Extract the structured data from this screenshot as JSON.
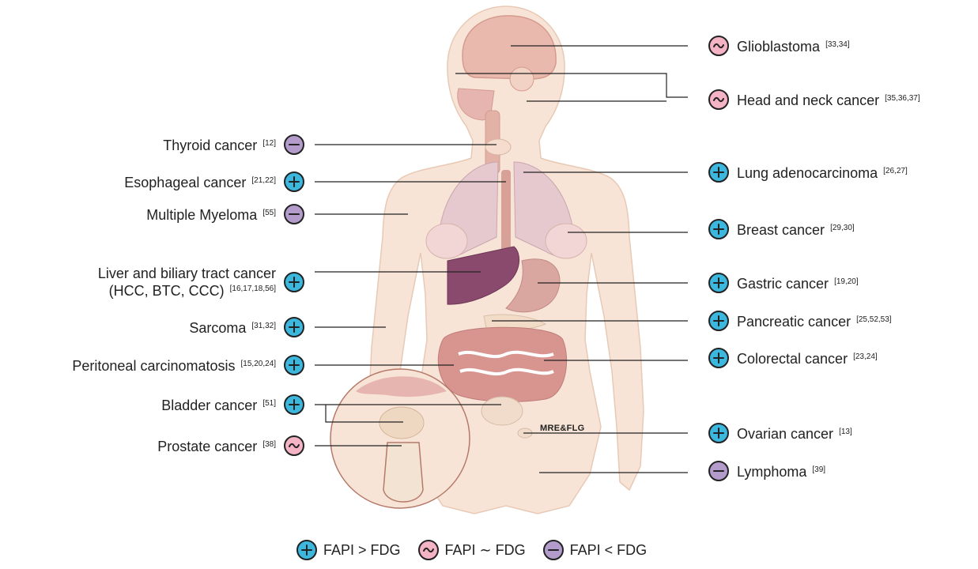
{
  "watermark": "MRE&FLG",
  "left_labels": [
    {
      "id": "thyroid",
      "name": "Thyroid cancer",
      "refs": "[12]",
      "marker": "minus"
    },
    {
      "id": "esophageal",
      "name": "Esophageal cancer",
      "refs": "[21,22]",
      "marker": "plus"
    },
    {
      "id": "myeloma",
      "name": "Multiple Myeloma",
      "refs": "[55]",
      "marker": "minus"
    },
    {
      "id": "liver",
      "name_line1": "Liver and biliary tract cancer",
      "name": "(HCC, BTC, CCC)",
      "refs": "[16,17,18,56]",
      "marker": "plus"
    },
    {
      "id": "sarcoma",
      "name": "Sarcoma",
      "refs": "[31,32]",
      "marker": "plus"
    },
    {
      "id": "peritoneal",
      "name": "Peritoneal carcinomatosis",
      "refs": "[15,20,24]",
      "marker": "plus"
    },
    {
      "id": "bladder",
      "name": "Bladder cancer",
      "refs": "[51]",
      "marker": "plus"
    },
    {
      "id": "prostate",
      "name": "Prostate cancer",
      "refs": "[38]",
      "marker": "tilde"
    }
  ],
  "right_labels": [
    {
      "id": "glioblastoma",
      "name": "Glioblastoma",
      "refs": "[33,34]",
      "marker": "tilde"
    },
    {
      "id": "headneck",
      "name": "Head and neck cancer",
      "refs": "[35,36,37]",
      "marker": "tilde"
    },
    {
      "id": "lung",
      "name": "Lung adenocarcinoma",
      "refs": "[26,27]",
      "marker": "plus"
    },
    {
      "id": "breast",
      "name": "Breast cancer",
      "refs": "[29,30]",
      "marker": "plus"
    },
    {
      "id": "gastric",
      "name": "Gastric cancer",
      "refs": "[19,20]",
      "marker": "plus"
    },
    {
      "id": "pancreatic",
      "name": "Pancreatic cancer",
      "refs": "[25,52,53]",
      "marker": "plus"
    },
    {
      "id": "colorectal",
      "name": "Colorectal cancer",
      "refs": "[23,24]",
      "marker": "plus"
    },
    {
      "id": "ovarian",
      "name": "Ovarian cancer",
      "refs": "[13]",
      "marker": "plus"
    },
    {
      "id": "lymphoma",
      "name": "Lymphoma",
      "refs": "[39]",
      "marker": "minus"
    }
  ],
  "legend": [
    {
      "marker": "plus",
      "text": "FAPI > FDG"
    },
    {
      "marker": "tilde",
      "text": "FAPI ∼ FDG"
    },
    {
      "marker": "minus",
      "text": "FAPI < FDG"
    }
  ],
  "marker_colors": {
    "plus": "#3cb7de",
    "tilde": "#f5b3c6",
    "minus": "#b39ccb"
  }
}
